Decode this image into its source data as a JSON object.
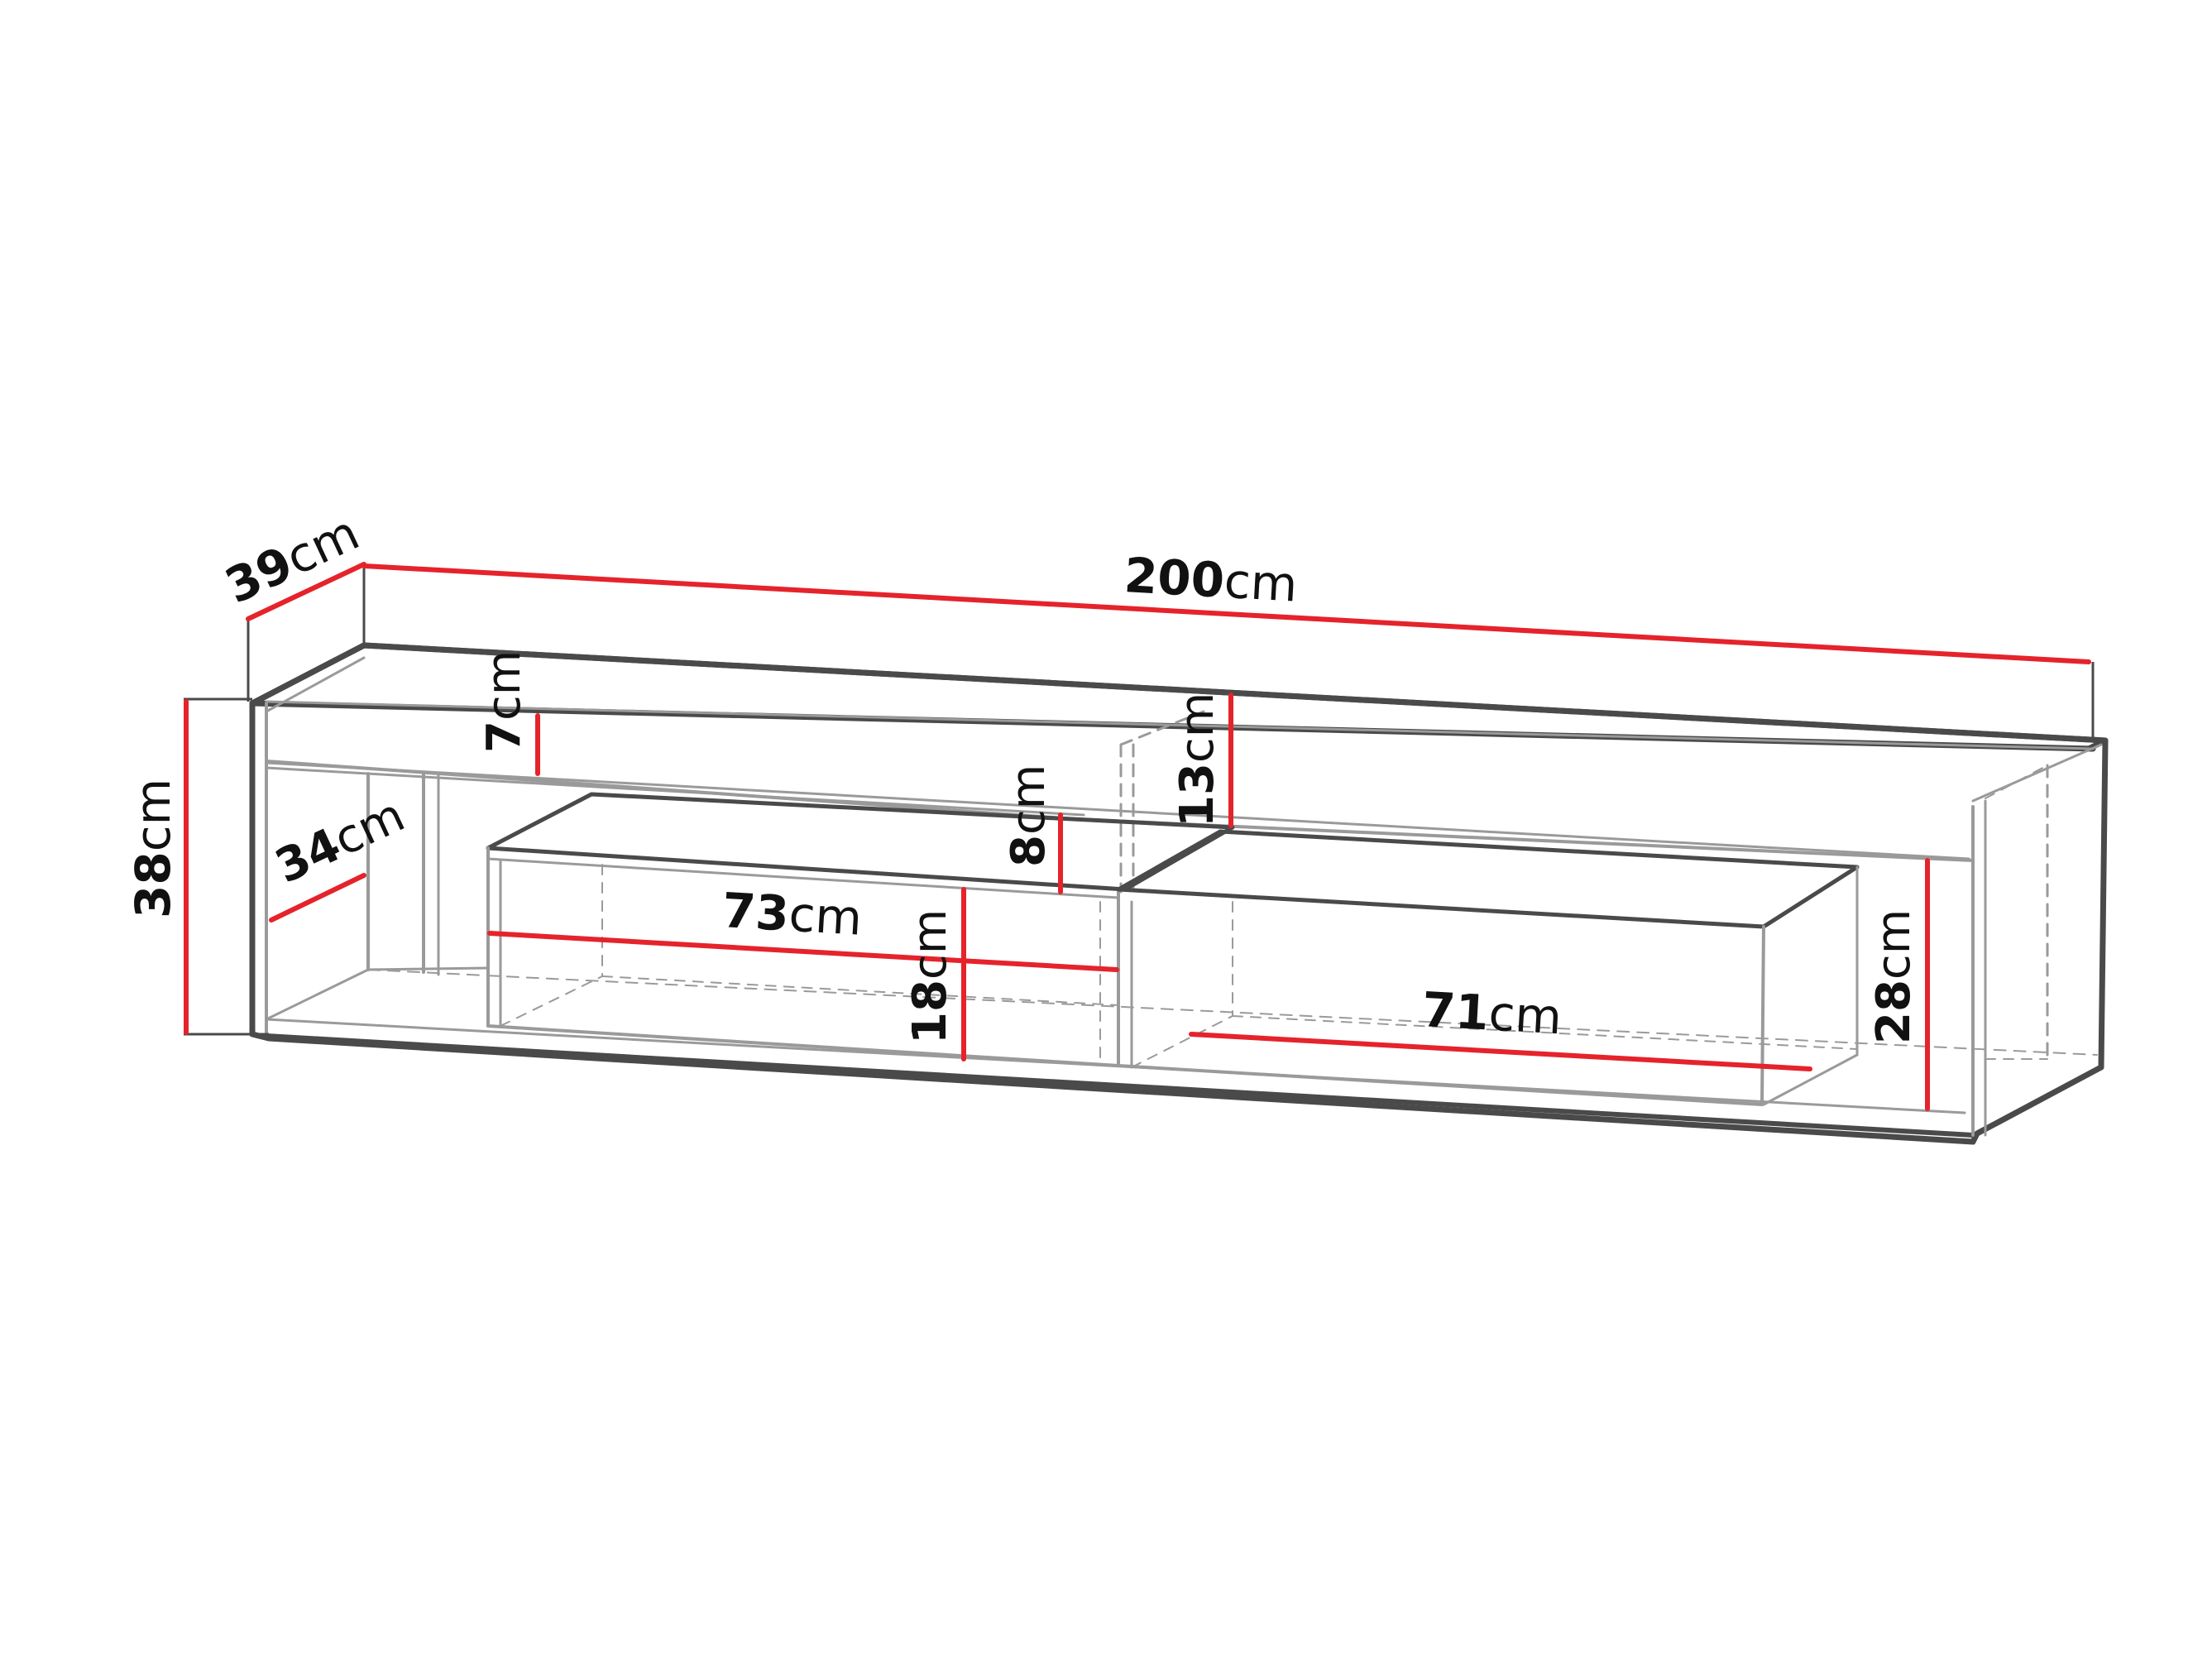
{
  "colors": {
    "outline": "#4a4a4a",
    "light_line": "#9a9a9a",
    "dimension_line": "#e5232b",
    "text": "#111111",
    "background": "#ffffff"
  },
  "unit": "cm",
  "dimensions": {
    "width": {
      "value": "200",
      "unit": "cm"
    },
    "depth": {
      "value": "39",
      "unit": "cm"
    },
    "height": {
      "value": "38",
      "unit": "cm"
    },
    "top_shelf": {
      "value": "7",
      "unit": "cm"
    },
    "inner_depth": {
      "value": "34",
      "unit": "cm"
    },
    "gap_middle": {
      "value": "8",
      "unit": "cm"
    },
    "gap_right": {
      "value": "13",
      "unit": "cm"
    },
    "drawer_left": {
      "value": "73",
      "unit": "cm"
    },
    "drawer_height": {
      "value": "18",
      "unit": "cm"
    },
    "drawer_right": {
      "value": "71",
      "unit": "cm"
    },
    "side_height": {
      "value": "28",
      "unit": "cm"
    }
  }
}
